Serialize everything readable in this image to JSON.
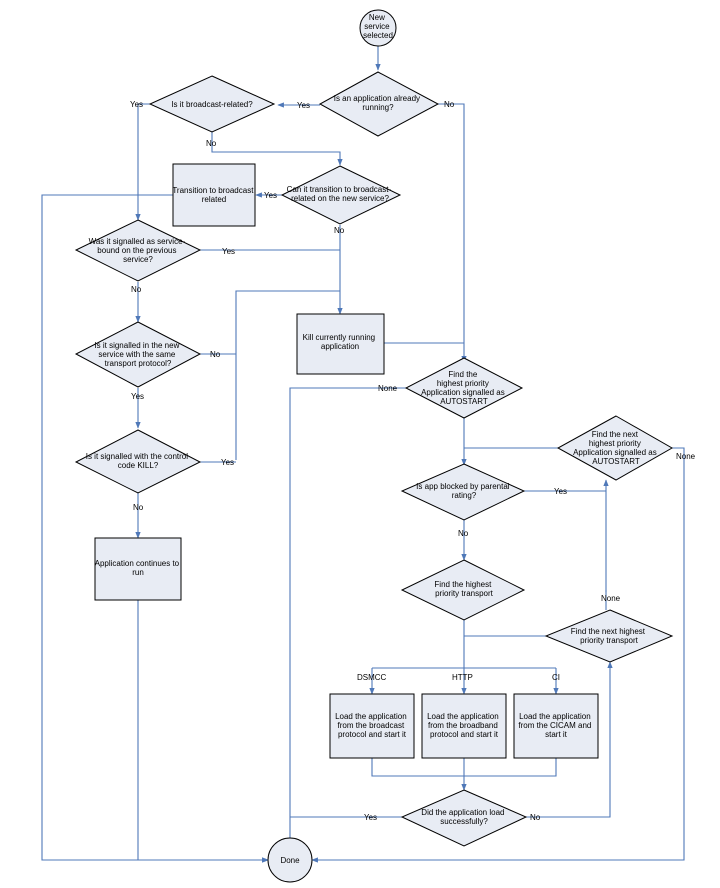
{
  "nodes": {
    "new_service": [
      "New",
      "service",
      "selected"
    ],
    "app_running": [
      "Is an application already",
      "running?"
    ],
    "broadcast_related": [
      "Is it broadcast-related?"
    ],
    "can_transition": [
      "Can it transition to broadcast-",
      "related on the new service?"
    ],
    "transition_broadcast": [
      "Transition to broadcast",
      "related"
    ],
    "service_bound": [
      "Was it signalled as service-",
      "bound on the previous",
      "service?"
    ],
    "same_transport": [
      "Is it signalled in the new",
      "service with the same",
      "transport protocol?"
    ],
    "kill_code": [
      "Is it signalled with the control",
      "code KILL?"
    ],
    "app_continues": [
      "Application continues to",
      "run"
    ],
    "kill_running": [
      "Kill currently running",
      "application"
    ],
    "find_autostart": [
      "Find the",
      "highest priority",
      "Application signalled as",
      "AUTOSTART"
    ],
    "find_next_autostart": [
      "Find the next",
      "highest priority",
      "Application signalled as",
      "AUTOSTART"
    ],
    "parental_rating": [
      "Is app blocked by parental",
      "rating?"
    ],
    "find_transport": [
      "Find the highest",
      "priority transport"
    ],
    "find_next_transport": [
      "Find the next highest",
      "priority transport"
    ],
    "load_broadcast": [
      "Load the application",
      "from the broadcast",
      "protocol and start it"
    ],
    "load_broadband": [
      "Load the application",
      "from the broadband",
      "protocol and start it"
    ],
    "load_cicam": [
      "Load the application",
      "from the CICAM and",
      "start it"
    ],
    "load_success": [
      "Did the application load",
      "successfully?"
    ],
    "done": [
      "Done"
    ]
  },
  "edge_labels": {
    "yes": "Yes",
    "no": "No",
    "none": "None",
    "dsmcc": "DSMCC",
    "http": "HTTP",
    "ci": "CI"
  }
}
